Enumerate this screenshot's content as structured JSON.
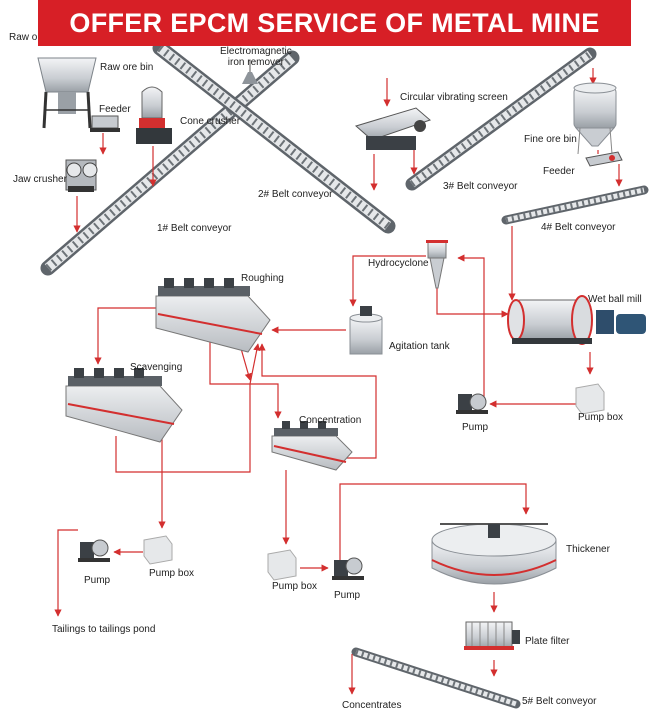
{
  "title": "OFFER EPCM SERVICE OF METAL MINE",
  "colors": {
    "banner": "#d71f26",
    "flow_line": "#d32f2f",
    "label_text": "#222222"
  },
  "labels": {
    "raw_ore": "Raw o",
    "raw_ore_bin": "Raw ore bin",
    "feeder_1": "Feeder",
    "cone_crusher": "Cone crusher",
    "jaw_crusher": "Jaw crusher",
    "electromagnetic_remover": "Electromagnetic\niron remover",
    "circular_vibrating_screen": "Circular vibrating screen",
    "fine_ore_bin": "Fine ore bin",
    "feeder_2": "Feeder",
    "belt_conveyor_1": "1# Belt conveyor",
    "belt_conveyor_2": "2# Belt conveyor",
    "belt_conveyor_3": "3# Belt conveyor",
    "belt_conveyor_4": "4# Belt conveyor",
    "belt_conveyor_5": "5# Belt conveyor",
    "hydrocyclone": "Hydrocyclone",
    "wet_ball_mill": "Wet ball mill",
    "roughing": "Roughing",
    "agitation_tank": "Agitation tank",
    "scavenging": "Scavenging",
    "concentration": "Concentration",
    "pump_1": "Pump",
    "pump_box_1": "Pump box",
    "pump_2": "Pump",
    "pump_box_2": "Pump box",
    "tailings": "Tailings to tailings pond",
    "pump_box_3": "Pump box",
    "pump_3": "Pump",
    "thickener": "Thickener",
    "plate_filter": "Plate filter",
    "concentrates": "Concentrates"
  }
}
